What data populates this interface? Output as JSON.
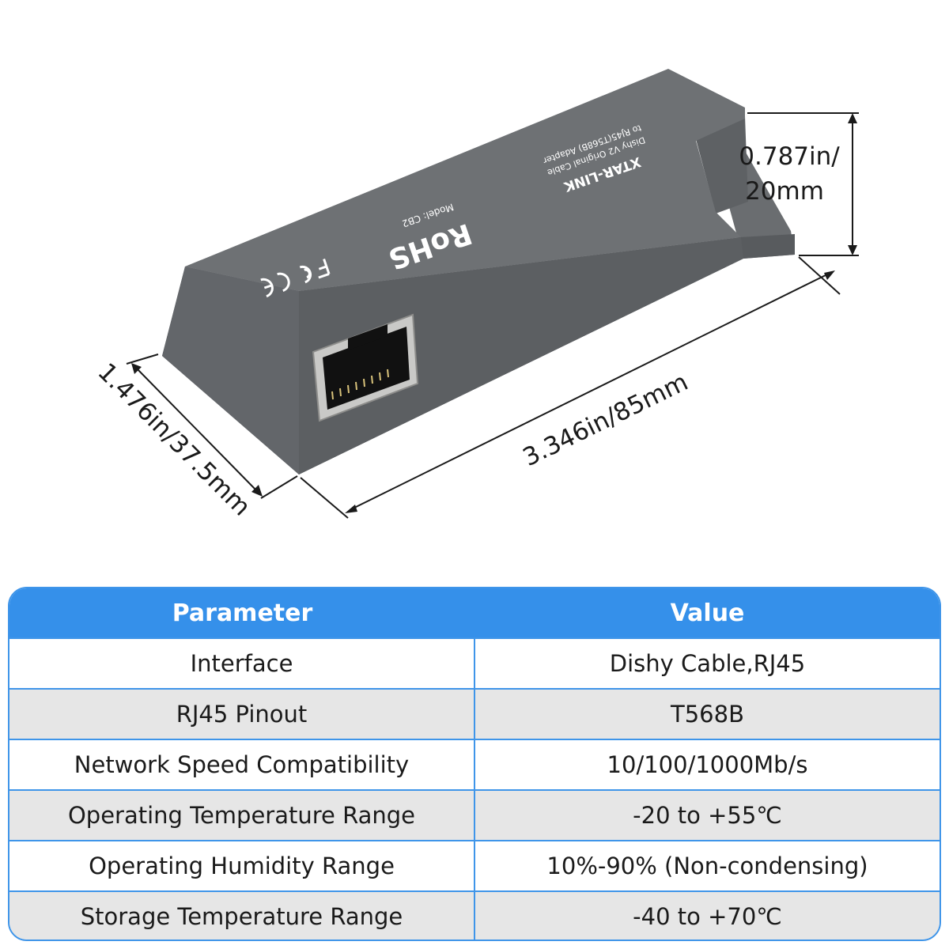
{
  "product": {
    "brand": "XTAR-LINK",
    "description_line1": "Dishy V2 Original Cable",
    "description_line2": "to RJ45(T568B) Adapter",
    "cert_rohs": "RoHS",
    "model": "Model: CB2",
    "body_color": "#6b6e71"
  },
  "dimensions": {
    "height_line1": "0.787in/",
    "height_line2": "20mm",
    "width": "1.476in/37.5mm",
    "length": "3.346in/85mm"
  },
  "table": {
    "header_color": "#3590ea",
    "headers": [
      "Parameter",
      "Value"
    ],
    "rows": [
      [
        "Interface",
        "Dishy Cable,RJ45"
      ],
      [
        "RJ45 Pinout",
        "T568B"
      ],
      [
        "Network Speed Compatibility",
        "10/100/1000Mb/s"
      ],
      [
        "Operating Temperature Range",
        "-20 to +55℃"
      ],
      [
        "Operating Humidity Range",
        "10%-90% (Non-condensing)"
      ],
      [
        "Storage Temperature Range",
        "-40 to +70℃"
      ]
    ]
  }
}
